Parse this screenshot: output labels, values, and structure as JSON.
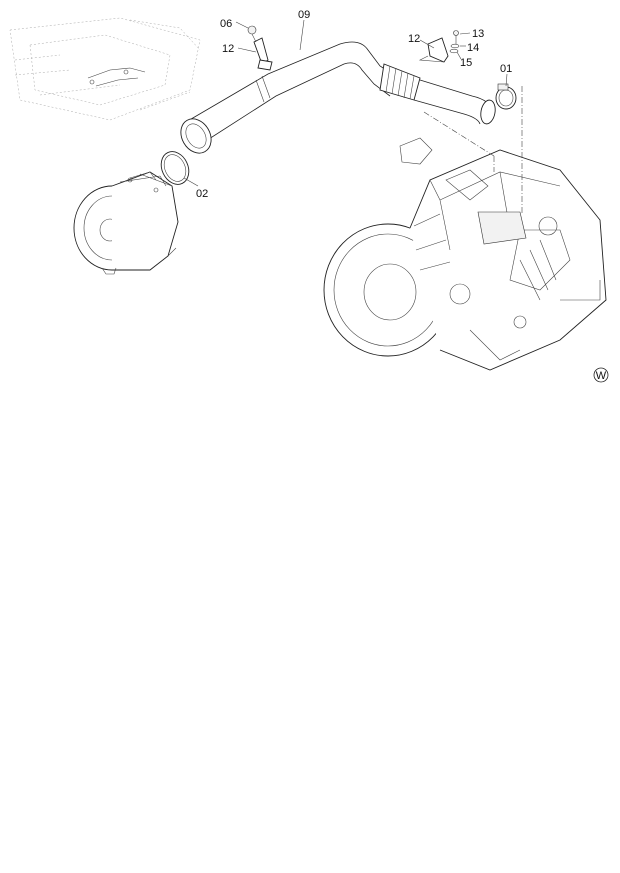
{
  "labels": {
    "p09": "09",
    "p06": "06",
    "p12a": "12",
    "p12b": "12",
    "p13": "13",
    "p14": "14",
    "p15": "15",
    "p01": "01",
    "p02": "02",
    "mark": "W"
  }
}
